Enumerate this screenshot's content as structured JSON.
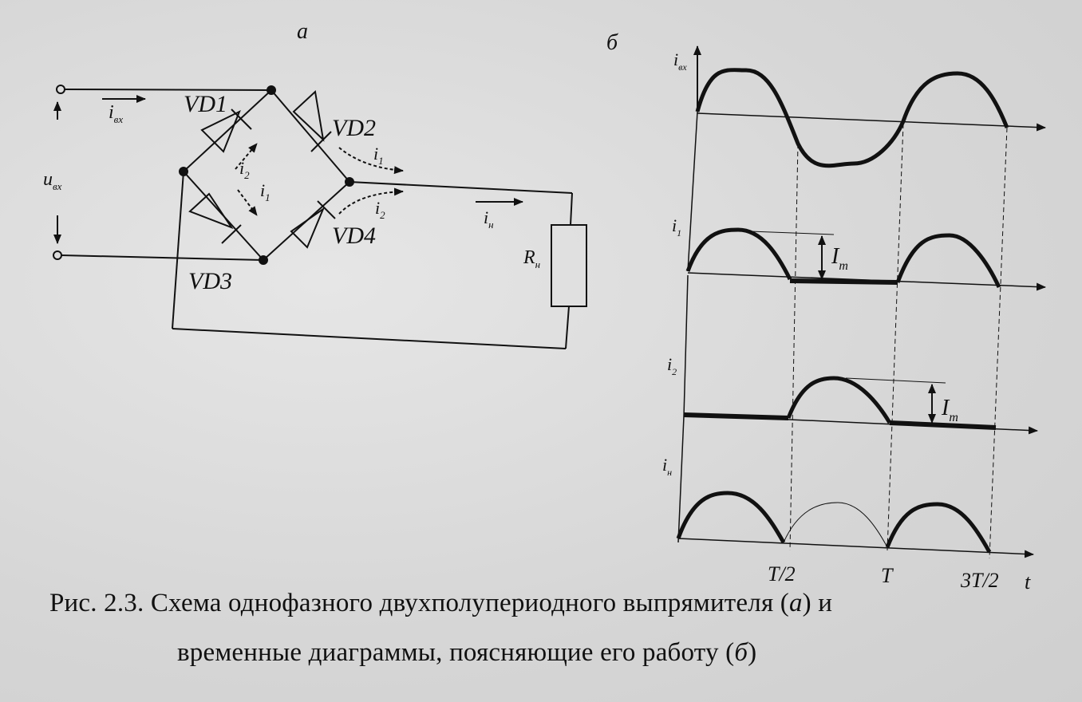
{
  "panel_labels": {
    "a": "а",
    "b": "б"
  },
  "circuit": {
    "diodes": [
      "VD1",
      "VD2",
      "VD3",
      "VD4"
    ],
    "input_current": "i",
    "input_current_sub": "вх",
    "input_voltage": "u",
    "input_voltage_sub": "вх",
    "branch_current_1": "i",
    "branch_current_1_sub": "1",
    "branch_current_2": "i",
    "branch_current_2_sub": "2",
    "load_current": "i",
    "load_current_sub": "н",
    "load_resistor": "R",
    "load_resistor_sub": "н"
  },
  "timing": {
    "rows": [
      {
        "label": "i",
        "sub": "вх"
      },
      {
        "label": "i",
        "sub": "1",
        "amplitude": "I",
        "amplitude_sub": "m"
      },
      {
        "label": "i",
        "sub": "2",
        "amplitude": "I",
        "amplitude_sub": "m"
      },
      {
        "label": "i",
        "sub": "н"
      }
    ],
    "time_ticks": [
      "T/2",
      "T",
      "3T/2"
    ],
    "time_axis": "t"
  },
  "caption": {
    "prefix": "Рис. 2.3.",
    "line1": "Схема однофазного двухполупериодного выпрямителя (",
    "line1_ref": "а",
    "line1_end": ") и",
    "line2": "временные диаграммы, поясняющие его работу (",
    "line2_ref": "б",
    "line2_end": ")"
  }
}
